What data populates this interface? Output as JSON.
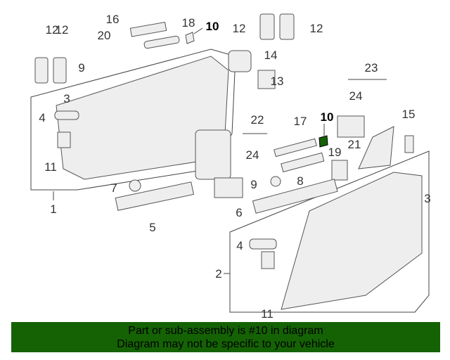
{
  "diagram": {
    "callouts": [
      "16",
      "18",
      "10",
      "12",
      "12",
      "12",
      "12",
      "20",
      "9",
      "14",
      "13",
      "23",
      "3",
      "24",
      "10",
      "15",
      "4",
      "22",
      "17",
      "21",
      "19",
      "11",
      "24",
      "7",
      "9",
      "8",
      "3",
      "1",
      "6",
      "5",
      "4",
      "2",
      "11"
    ],
    "highlighted_part": "10",
    "highlight_color": "#156205"
  },
  "banner": {
    "line1": "Part or sub-assembly is #10 in diagram",
    "line2": "Diagram may not be specific to your vehicle",
    "background": "#156205"
  }
}
